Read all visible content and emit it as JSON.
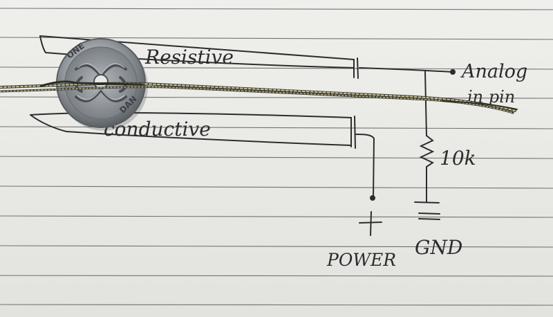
{
  "sketch": {
    "resistive_label": "Resistive",
    "conductive_label": "conductive",
    "analog_label_line1": "Analog",
    "analog_label_line2": "in pin",
    "resistor_label": "10k",
    "power_symbol": "+",
    "power_label": "POWER",
    "gnd_symbol": "=",
    "gnd_label": "GND"
  },
  "coin": {
    "rim_text_left": "ONE",
    "rim_text_right": "DAN"
  },
  "colors": {
    "paper": "#ececE8",
    "ruled_line": "#4a4a4a",
    "ink": "#2c2c2c",
    "coin_metal": "#9a9ea3",
    "thread_dark": "#3a3a2e",
    "thread_light": "#c8c29a"
  }
}
